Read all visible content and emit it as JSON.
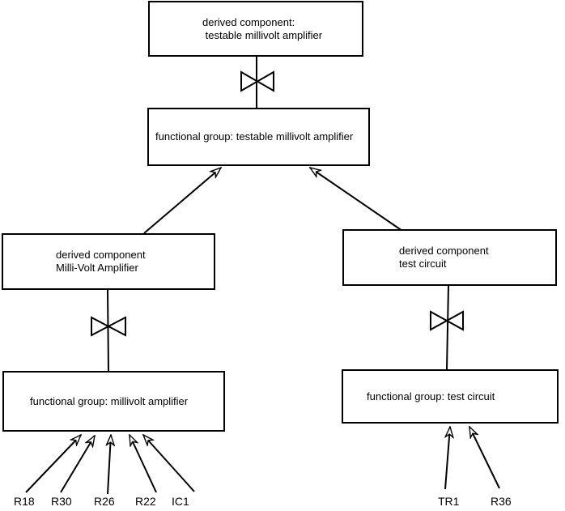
{
  "diagram": {
    "nodes": {
      "derived_testable": {
        "line1": "derived component:",
        "line2": " testable millivolt amplifier"
      },
      "functional_testable": {
        "label": "functional group: testable millivolt amplifier"
      },
      "derived_millivolt": {
        "line1": "derived component",
        "line2": "Milli-Volt Amplifier"
      },
      "functional_millivolt": {
        "label": "functional group: millivolt amplifier"
      },
      "derived_test": {
        "line1": "derived component",
        "line2": "test circuit"
      },
      "functional_test": {
        "label": "functional group: test circuit"
      }
    },
    "components_left": [
      "R18",
      "R30",
      "R26",
      "R22",
      "IC1"
    ],
    "components_right": [
      "TR1",
      "R36"
    ],
    "colors": {
      "line": "#000000",
      "background": "#ffffff"
    }
  }
}
